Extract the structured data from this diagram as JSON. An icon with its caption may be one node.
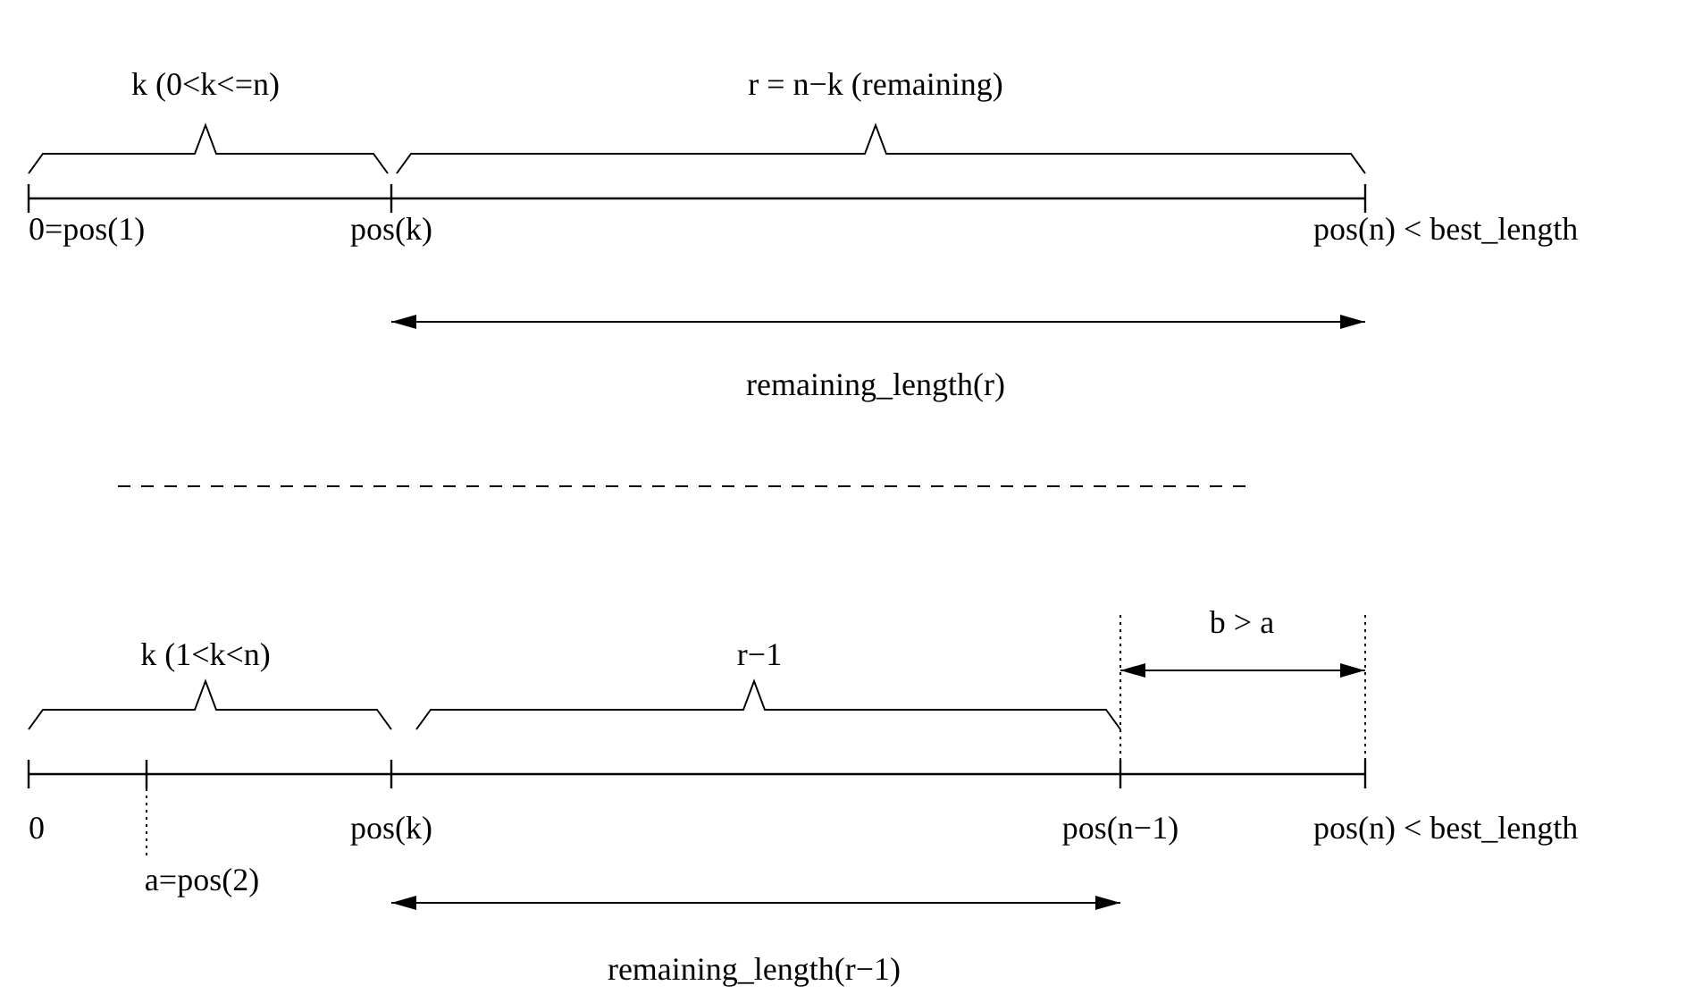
{
  "diagram": {
    "labels": [
      "k (0<k<=n)",
      "r = n−k (remaining)",
      "0=pos(1)",
      "pos(k)",
      "pos(n) < best_length",
      "remaining_length(r)",
      "k (1<k<n)",
      "r−1",
      "b > a",
      "0",
      "pos(k)",
      "pos(n−1)",
      "pos(n) < best_length",
      "a=pos(2)",
      "remaining_length(r−1)"
    ]
  }
}
